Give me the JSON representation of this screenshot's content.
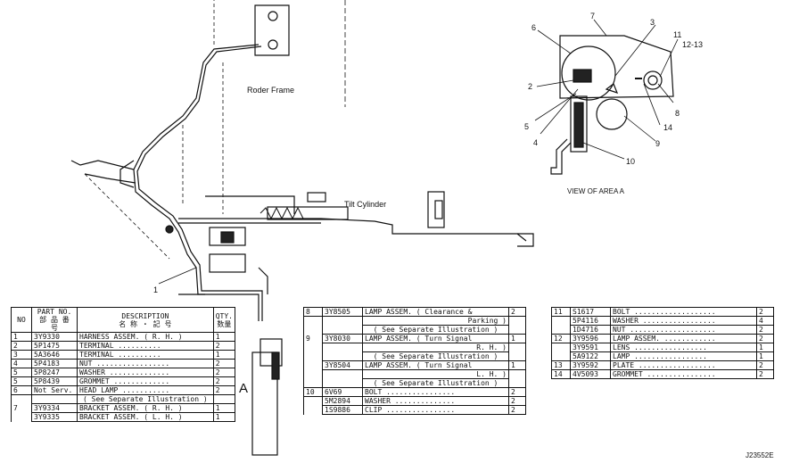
{
  "labels": {
    "frame": "Roder Frame",
    "tilt": "Tilt Cylinder",
    "view": "VIEW OF AREA A",
    "area": "A",
    "callout_1": "1",
    "ref": "J23552E"
  },
  "callouts_view": [
    "2",
    "3",
    "4",
    "5",
    "6",
    "7",
    "8",
    "9",
    "10",
    "11",
    "12-13",
    "14"
  ],
  "table1": {
    "headers": [
      "NO",
      "PART NO.\n部 品 番 号",
      "DESCRIPTION\n名 称 ・ 記 号",
      "QTY.\n数量"
    ],
    "rows": [
      {
        "no": "1",
        "pn": "3Y9330",
        "desc": "HARNESS ASSEM. ( R. H. )",
        "qty": "1"
      },
      {
        "no": "2",
        "pn": "5P1475",
        "desc": "  TERMINAL  ..........",
        "qty": "2"
      },
      {
        "no": "3",
        "pn": "5A3646",
        "desc": "  TERMINAL  ..........",
        "qty": "1"
      },
      {
        "no": "4",
        "pn": "5P4183",
        "desc": "NUT  .................",
        "qty": "2"
      },
      {
        "no": "5",
        "pn": "5P8247",
        "desc": "WASHER  ..............",
        "qty": "2"
      },
      {
        "no": "5",
        "pn": "5P8439",
        "desc": "GROMMET  .............",
        "qty": "2"
      },
      {
        "no": "6",
        "pn": "Not Serv.",
        "desc": "HEAD LAMP  ...........",
        "qty": "2"
      },
      {
        "no": "",
        "pn": "",
        "desc": "( See Separate Illustration )",
        "qty": ""
      },
      {
        "no": "7",
        "pn": "3Y9334",
        "desc": "BRACKET ASSEM. ( R. H. )",
        "qty": "1"
      },
      {
        "no": "",
        "pn": "3Y9335",
        "desc": "BRACKET ASSEM. ( L. H. )",
        "qty": "1"
      }
    ]
  },
  "table2": {
    "rows": [
      {
        "no": "8",
        "pn": "3Y8505",
        "desc": "LAMP ASSEM. ( Clearance &",
        "qty": "2"
      },
      {
        "no": "",
        "pn": "",
        "desc": "Parking )",
        "qty": ""
      },
      {
        "no": "",
        "pn": "",
        "desc": "( See Separate Illustration )",
        "qty": ""
      },
      {
        "no": "9",
        "pn": "3Y8030",
        "desc": "LAMP ASSEM. ( Turn Signal",
        "qty": "1"
      },
      {
        "no": "",
        "pn": "",
        "desc": "R. H. )",
        "qty": ""
      },
      {
        "no": "",
        "pn": "",
        "desc": "( See Separate Illustration )",
        "qty": ""
      },
      {
        "no": "",
        "pn": "3Y8504",
        "desc": "LAMP ASSEM. ( Turn Signal",
        "qty": "1"
      },
      {
        "no": "",
        "pn": "",
        "desc": "L. H. )",
        "qty": ""
      },
      {
        "no": "",
        "pn": "",
        "desc": "( See Separate Illustration )",
        "qty": ""
      },
      {
        "no": "10",
        "pn": "6V69",
        "desc": "BOLT  ................",
        "qty": "2"
      },
      {
        "no": "",
        "pn": "5M2894",
        "desc": "WASHER  ..............",
        "qty": "2"
      },
      {
        "no": "",
        "pn": "1S9886",
        "desc": "CLIP  ................",
        "qty": "2"
      }
    ]
  },
  "table3": {
    "rows": [
      {
        "no": "11",
        "pn": "S1617",
        "desc": "BOLT  ...................",
        "qty": "2"
      },
      {
        "no": "",
        "pn": "5P4116",
        "desc": "WASHER  .................",
        "qty": "4"
      },
      {
        "no": "",
        "pn": "1D4716",
        "desc": "NUT  ....................",
        "qty": "2"
      },
      {
        "no": "12",
        "pn": "3Y9596",
        "desc": "LAMP ASSEM.  ............",
        "qty": "2"
      },
      {
        "no": "",
        "pn": "3Y9591",
        "desc": "  LENS  .................",
        "qty": "1"
      },
      {
        "no": "",
        "pn": "5A9122",
        "desc": "  LAMP  .................",
        "qty": "1"
      },
      {
        "no": "13",
        "pn": "3Y9592",
        "desc": "PLATE  ..................",
        "qty": "2"
      },
      {
        "no": "14",
        "pn": "4V5093",
        "desc": "GROMMET  ................",
        "qty": "2"
      }
    ]
  }
}
